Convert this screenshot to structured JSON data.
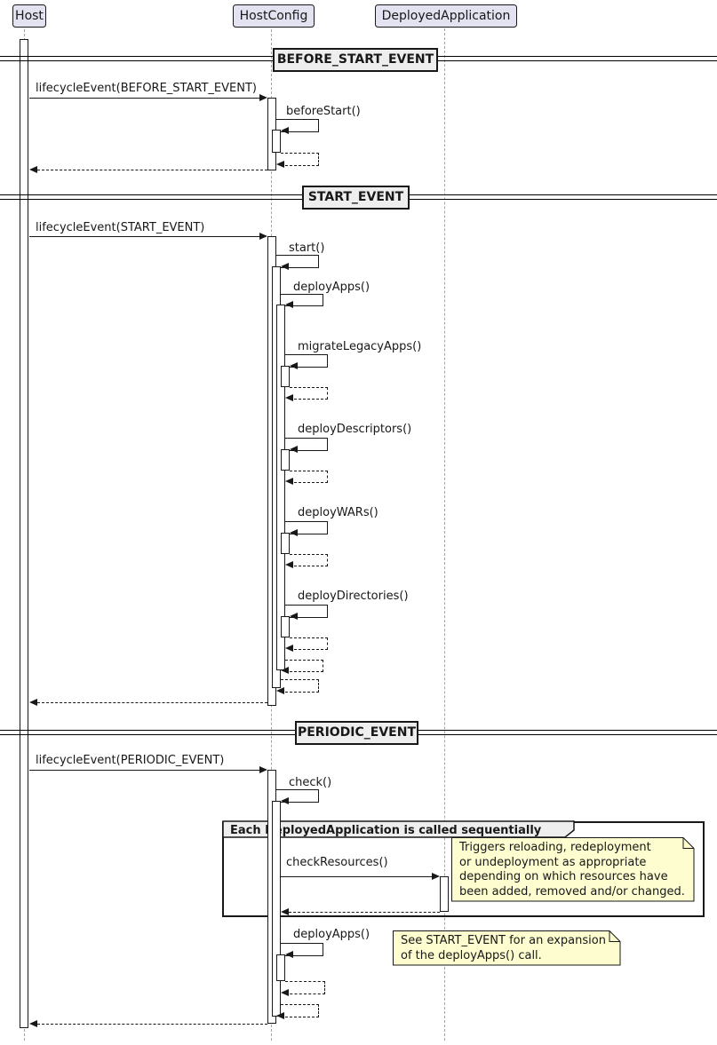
{
  "participants": [
    {
      "name": "Host"
    },
    {
      "name": "HostConfig"
    },
    {
      "name": "DeployedApplication"
    }
  ],
  "dividers": [
    {
      "label": "BEFORE_START_EVENT"
    },
    {
      "label": "START_EVENT"
    },
    {
      "label": "PERIODIC_EVENT"
    }
  ],
  "messages": {
    "lifecycle_before": "lifecycleEvent(BEFORE_START_EVENT)",
    "before_start": "beforeStart()",
    "lifecycle_start": "lifecycleEvent(START_EVENT)",
    "start": "start()",
    "deploy_apps": "deployApps()",
    "migrate_legacy_apps": "migrateLegacyApps()",
    "deploy_descriptors": "deployDescriptors()",
    "deploy_wars": "deployWARs()",
    "deploy_directories": "deployDirectories()",
    "lifecycle_periodic": "lifecycleEvent(PERIODIC_EVENT)",
    "check": "check()",
    "check_resources": "checkResources()",
    "deploy_apps_2": "deployApps()"
  },
  "group": {
    "label": "Each DeployedApplication is called sequentially"
  },
  "notes": {
    "check_resources_note": "Triggers reloading, redeployment\nor undeployment as appropriate\ndepending on which resources have\nbeen added, removed and/or changed.",
    "deploy_apps_note": "See START_EVENT for an expansion\nof the deployApps() call."
  },
  "colors": {
    "participant_fill": "#E2E2F0",
    "divider_fill": "#EEEEEE",
    "note_fill": "#FDFDD0",
    "line": "#181818",
    "lifeline": "#A5A5A5"
  }
}
